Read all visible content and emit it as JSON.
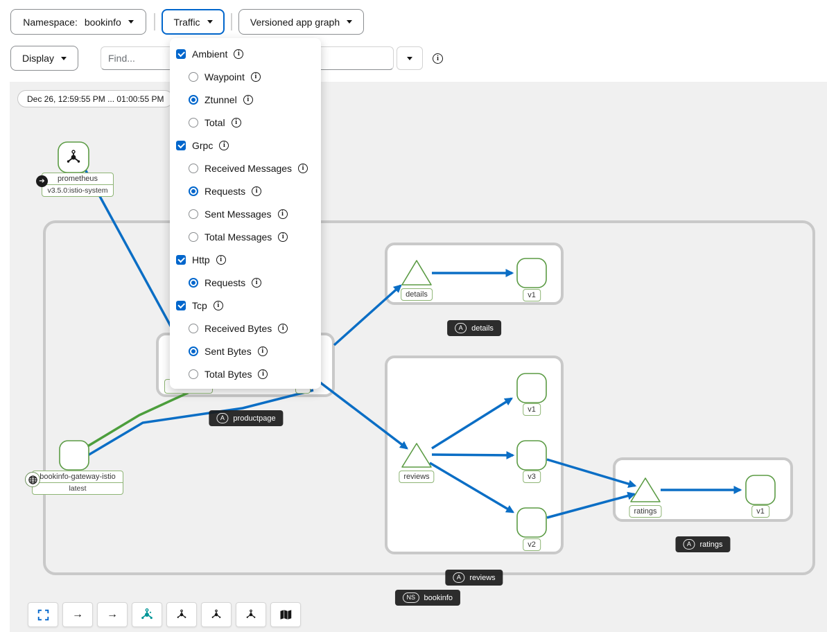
{
  "header": {
    "namespace": {
      "label": "Namespace:",
      "value": "bookinfo"
    },
    "traffic_button": "Traffic",
    "graph_type_button": "Versioned app graph",
    "display_button": "Display",
    "find_placeholder": "Find..."
  },
  "traffic_menu": {
    "sections": [
      {
        "label": "Ambient",
        "checked": true,
        "options": [
          {
            "label": "Waypoint",
            "selected": false
          },
          {
            "label": "Ztunnel",
            "selected": true
          },
          {
            "label": "Total",
            "selected": false
          }
        ]
      },
      {
        "label": "Grpc",
        "checked": true,
        "options": [
          {
            "label": "Received Messages",
            "selected": false
          },
          {
            "label": "Requests",
            "selected": true
          },
          {
            "label": "Sent Messages",
            "selected": false
          },
          {
            "label": "Total Messages",
            "selected": false
          }
        ]
      },
      {
        "label": "Http",
        "checked": true,
        "options": [
          {
            "label": "Requests",
            "selected": true
          }
        ]
      },
      {
        "label": "Tcp",
        "checked": true,
        "options": [
          {
            "label": "Received Bytes",
            "selected": false
          },
          {
            "label": "Sent Bytes",
            "selected": true
          },
          {
            "label": "Total Bytes",
            "selected": false
          }
        ]
      }
    ]
  },
  "graph": {
    "time_range": "Dec 26, 12:59:55 PM ... 01:00:55 PM",
    "nodes": {
      "prometheus": {
        "label": "prometheus",
        "sublabel": "v3.5.0:istio-system"
      },
      "gateway": {
        "label": "bookinfo-gateway-istio",
        "sublabel": "latest"
      },
      "details": {
        "label": "details",
        "version": "v1"
      },
      "reviews": {
        "label": "reviews",
        "versions": [
          "v1",
          "v3",
          "v2"
        ]
      },
      "ratings": {
        "label": "ratings",
        "version": "v1"
      }
    },
    "badges": {
      "details": {
        "prefix": "A",
        "label": "details"
      },
      "productpage": {
        "prefix": "A",
        "label": "productpage"
      },
      "reviews": {
        "prefix": "A",
        "label": "reviews"
      },
      "ratings": {
        "prefix": "A",
        "label": "ratings"
      },
      "namespace": {
        "prefix": "NS",
        "label": "bookinfo"
      }
    },
    "toolbar_icons": [
      "expand",
      "arrow-right",
      "arrow-right",
      "topology-active",
      "topology",
      "topology",
      "topology",
      "map-legend"
    ]
  },
  "colors": {
    "accent_blue": "#0066CC",
    "edge_blue": "#0b6ec5",
    "edge_green": "#4c9e3c",
    "node_green": "#5b9b44",
    "badge_bg": "#1b1b1b"
  }
}
